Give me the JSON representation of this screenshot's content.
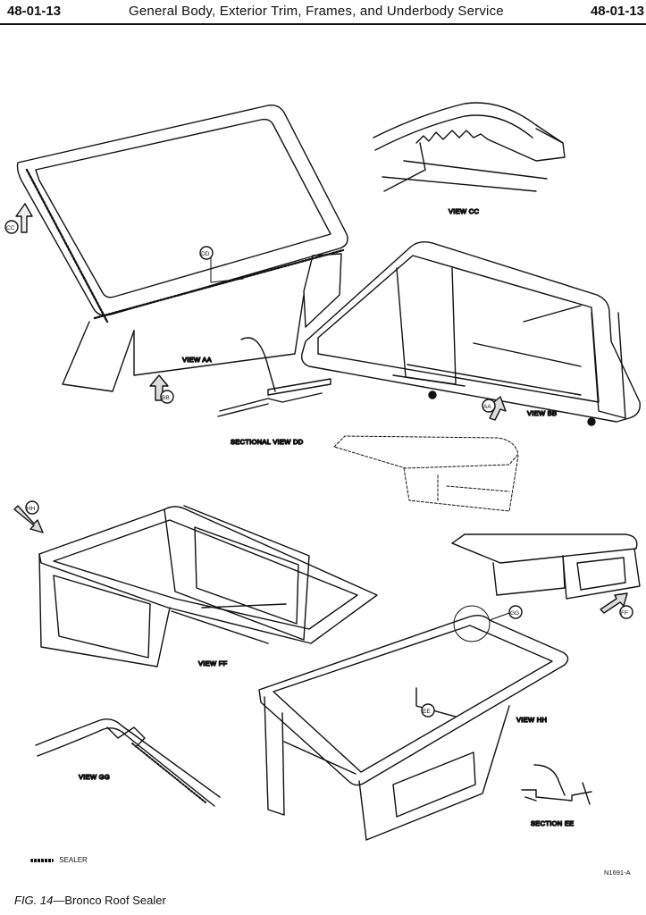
{
  "header": {
    "page_left": "48-01-13",
    "title": "General Body, Exterior Trim, Frames, and Underbody Service",
    "page_right": "48-01-13"
  },
  "views": {
    "aa": "VIEW AA",
    "bb": "VIEW BB",
    "cc": "VIEW CC",
    "dd": "SECTIONAL VIEW DD",
    "ff": "VIEW FF",
    "gg": "VIEW GG",
    "hh": "VIEW HH",
    "ee": "SECTION EE"
  },
  "callouts": {
    "cc": "CC",
    "dd": "DD",
    "bb": "BB",
    "aa": "AA",
    "hh": "HH",
    "gg": "GG",
    "ff": "FF",
    "ee": "EE"
  },
  "legend": {
    "label": "SEALER"
  },
  "part_number": "N1691-A",
  "caption": {
    "fig": "FIG. 14",
    "text": "—Bronco Roof Sealer"
  }
}
